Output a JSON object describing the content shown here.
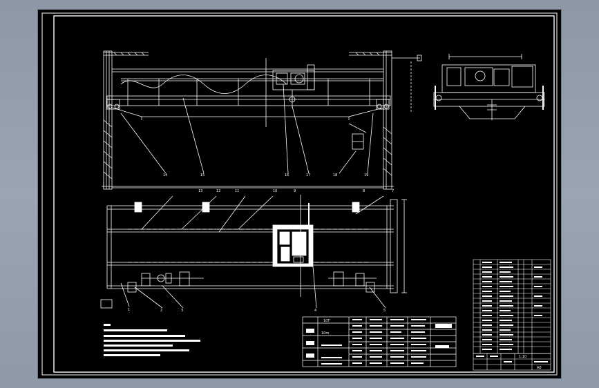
{
  "drawing": {
    "background": "#000000",
    "line_color": "#ffffff",
    "accent_color": "#dcdcdc"
  },
  "part_labels": [
    "14",
    "15",
    "16",
    "17",
    "18",
    "19",
    "13",
    "12",
    "11",
    "10",
    "9",
    "8",
    "7",
    "1",
    "2",
    "3",
    "4",
    "5"
  ],
  "spec_table": {
    "row_labels": [
      "10T",
      "10m"
    ]
  },
  "title_block": {
    "scale": "1:10",
    "sheet": "A0"
  }
}
